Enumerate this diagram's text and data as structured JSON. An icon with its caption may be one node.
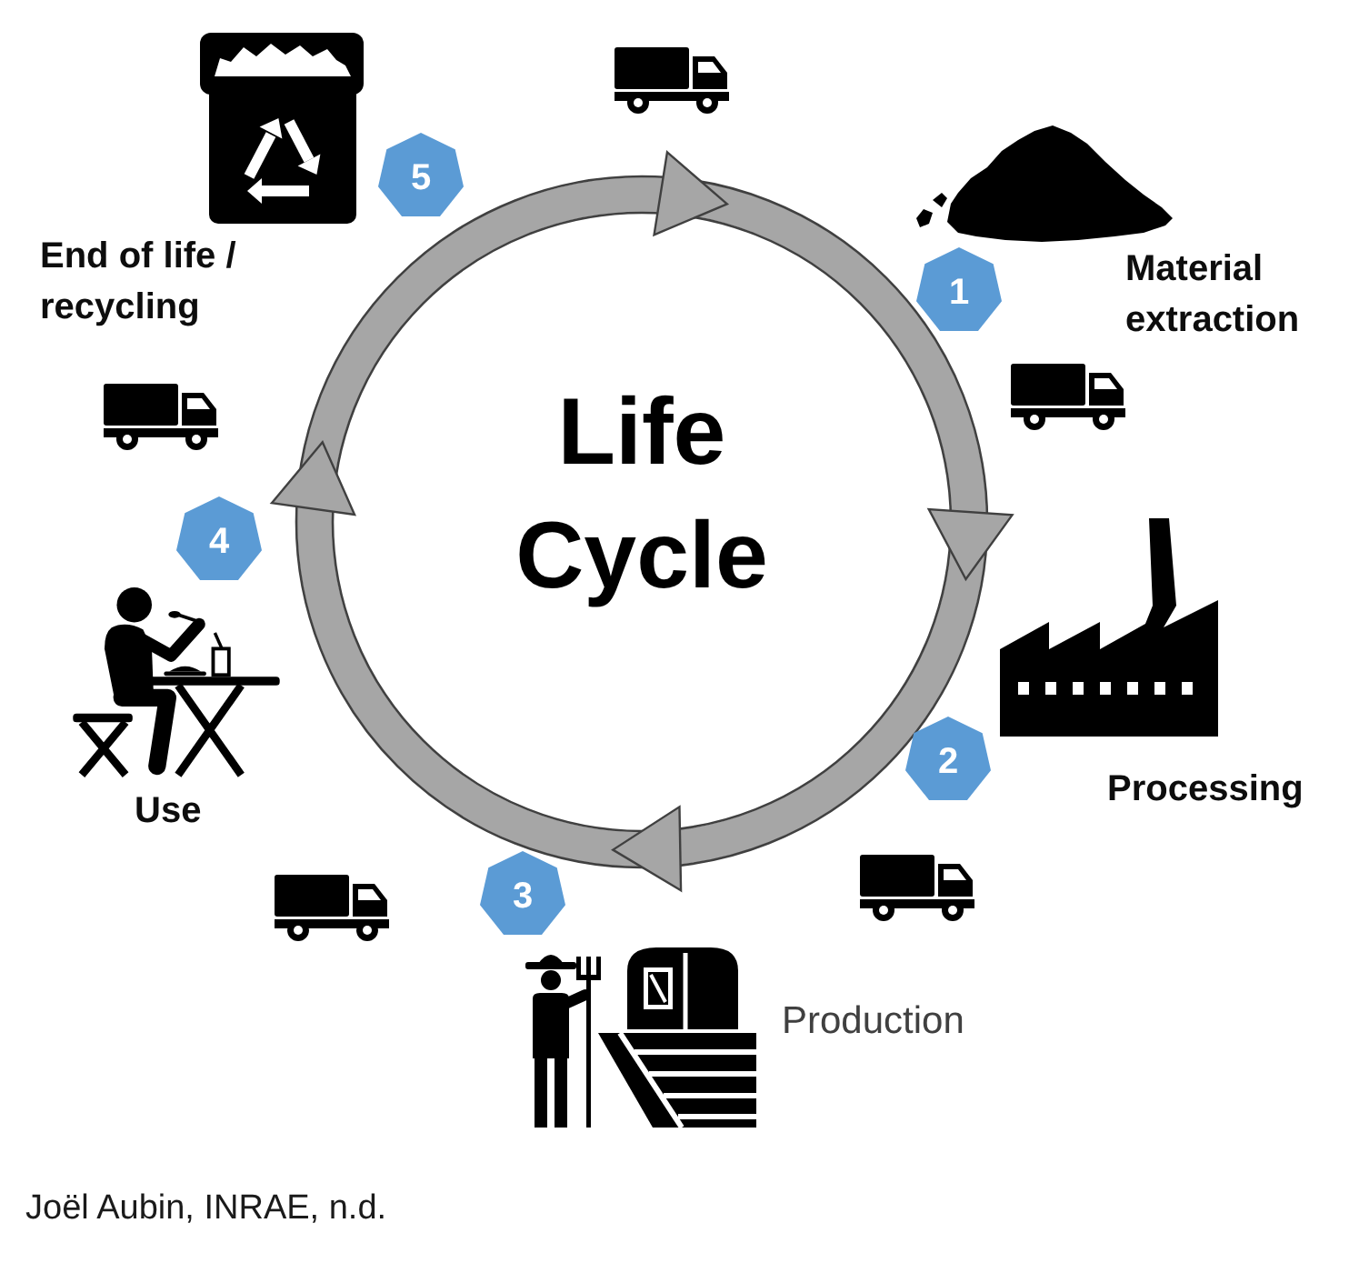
{
  "diagram": {
    "title": "Life Cycle",
    "caption": "Joël Aubin, INRAE, n.d.",
    "nodes": [
      {
        "text": [
          "1"
        ],
        "beside": [
          "Material extraction"
        ]
      },
      {
        "text": [
          "2"
        ],
        "beside": [
          "Processing"
        ]
      },
      {
        "text": [
          "3"
        ]
      },
      {
        "text": [
          "4"
        ]
      },
      {
        "text": [
          "5"
        ]
      }
    ],
    "labels": [
      "End of life / recycling",
      "Use",
      "Production"
    ]
  }
}
